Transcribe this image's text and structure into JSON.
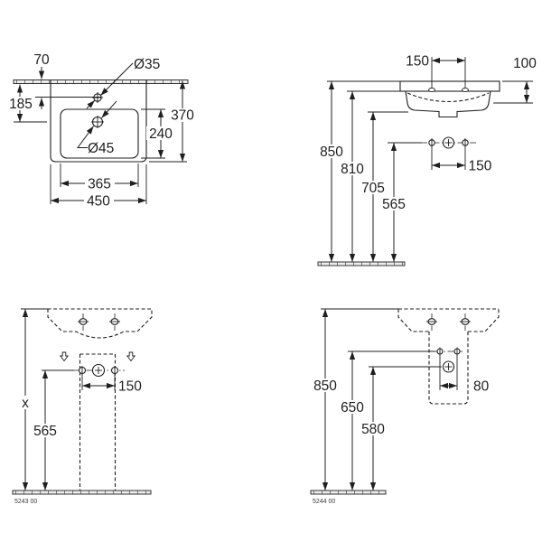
{
  "colors": {
    "line": "#1f1f1f",
    "background": "#ffffff",
    "floor_fill": "#ececec"
  },
  "views": {
    "top": {
      "wall_distance": "70",
      "hole_offset": "185",
      "tap_hole_dia": "Ø35",
      "drain_dia": "Ø45",
      "depth": "370",
      "bowl_depth": "240",
      "bowl_width": "365",
      "width": "450"
    },
    "front": {
      "tap_hole_spacing": "150",
      "rim_height": "100",
      "h_top": "850",
      "h_rim_bottom": "810",
      "h_underside": "705",
      "h_fixing_holes": "565",
      "fixing_hole_spacing": "150"
    },
    "pedestal": {
      "fixing_hole_spacing": "150",
      "h_total": "x",
      "h_fixing_holes": "565",
      "article_number": "5243 00"
    },
    "siphon": {
      "h_top": "850",
      "h_fixing_holes": "650",
      "h_outlet": "580",
      "fixing_hole_spacing": "80",
      "article_number": "5244 00"
    }
  }
}
